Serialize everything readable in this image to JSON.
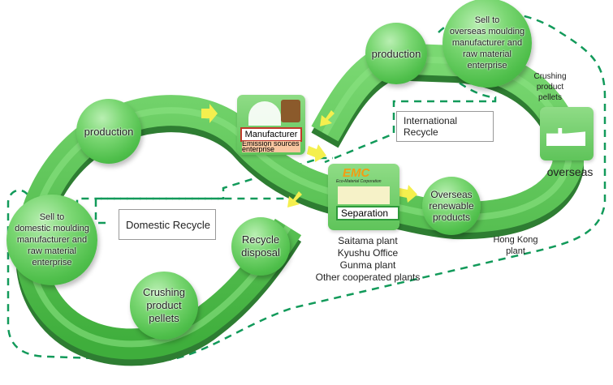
{
  "diagram": {
    "nodes": {
      "production_left": "production",
      "production_top": "production",
      "sell_overseas": [
        "Sell to",
        "overseas moulding",
        "manufacturer and",
        "raw material",
        "enterprise"
      ],
      "sell_domestic": [
        "Sell to",
        "domestic moulding",
        "manufacturer and",
        "raw material",
        "enterprise"
      ],
      "recycle_disposal": [
        "Recycle",
        "disposal"
      ],
      "crushing_bottom": [
        "Crushing",
        "product",
        "pellets"
      ],
      "overseas_products": [
        "Overseas",
        "renewable",
        "products"
      ]
    },
    "labels": {
      "crushing_top": [
        "Crushing",
        "product",
        "pellets"
      ],
      "overseas": "overseas",
      "hong_kong": [
        "Hong Kong",
        "plant"
      ],
      "japan_plants": [
        "Saitama plant",
        "Kyushu Office",
        "Gunma plant",
        "Other cooperated plants"
      ],
      "international_recycle": "International Recycle",
      "domestic_recycle": "Domestic Recycle"
    },
    "manufacturer_tile": {
      "title": "Manufacturer",
      "subtitle_line1": "Emission sources",
      "subtitle_line2": "enterprise"
    },
    "separation_tile": {
      "logo": "EMC",
      "company": "Eco-Material Corporation",
      "title": "Separation"
    },
    "colors": {
      "band": "#4cbb47",
      "band_dark": "#2e7d32",
      "arrow": "#f4ef4e",
      "dash": "#129a5a",
      "manufacturer_border": "#c0392b",
      "manufacturer_sub_bg": "#f8c6a0",
      "logo": "#f39c12"
    }
  }
}
